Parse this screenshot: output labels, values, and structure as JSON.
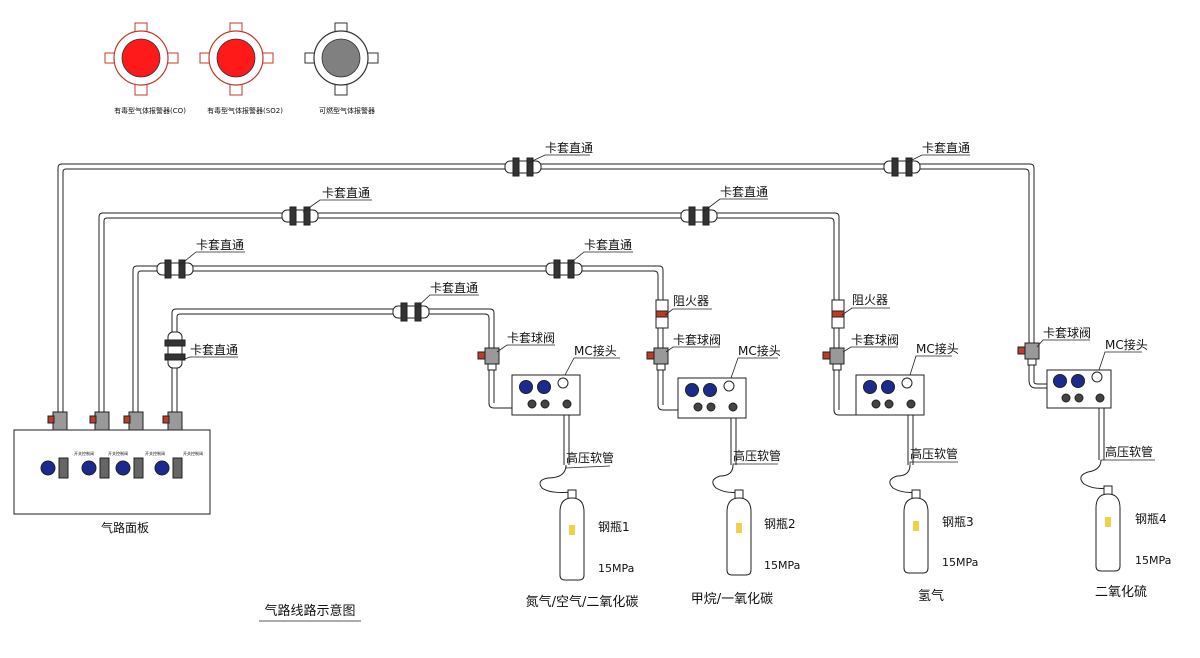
{
  "alarms": [
    {
      "label": "有毒型气体报警器(CO)",
      "color": "#ff1a1a"
    },
    {
      "label": "有毒型气体报警器(SO2)",
      "color": "#ff1a1a"
    },
    {
      "label": "可燃型气体报警器",
      "color": "#808080"
    }
  ],
  "labels": {
    "union": "卡套直通",
    "ball_valve": "卡套球阀",
    "mc_joint": "MC接头",
    "flame_arrester": "阻火器",
    "hose": "高压软管",
    "pressure": "15MPa",
    "gas_panel": "气路面板",
    "title": "气路线路示意图"
  },
  "panel_switch_label": "开关控制阀",
  "cylinders": [
    {
      "name": "钢瓶1",
      "gas": "氮气/空气/二氧化碳"
    },
    {
      "name": "钢瓶2",
      "gas": "甲烷/一氧化碳"
    },
    {
      "name": "钢瓶3",
      "gas": "氢气"
    },
    {
      "name": "钢瓶4",
      "gas": "二氧化硫"
    }
  ],
  "colors": {
    "line": "#222222",
    "valve_red": "#c0392b",
    "gauge_blue": "#1b2a8c",
    "alarm_red": "#ff1a1a",
    "alarm_grey": "#808080"
  }
}
